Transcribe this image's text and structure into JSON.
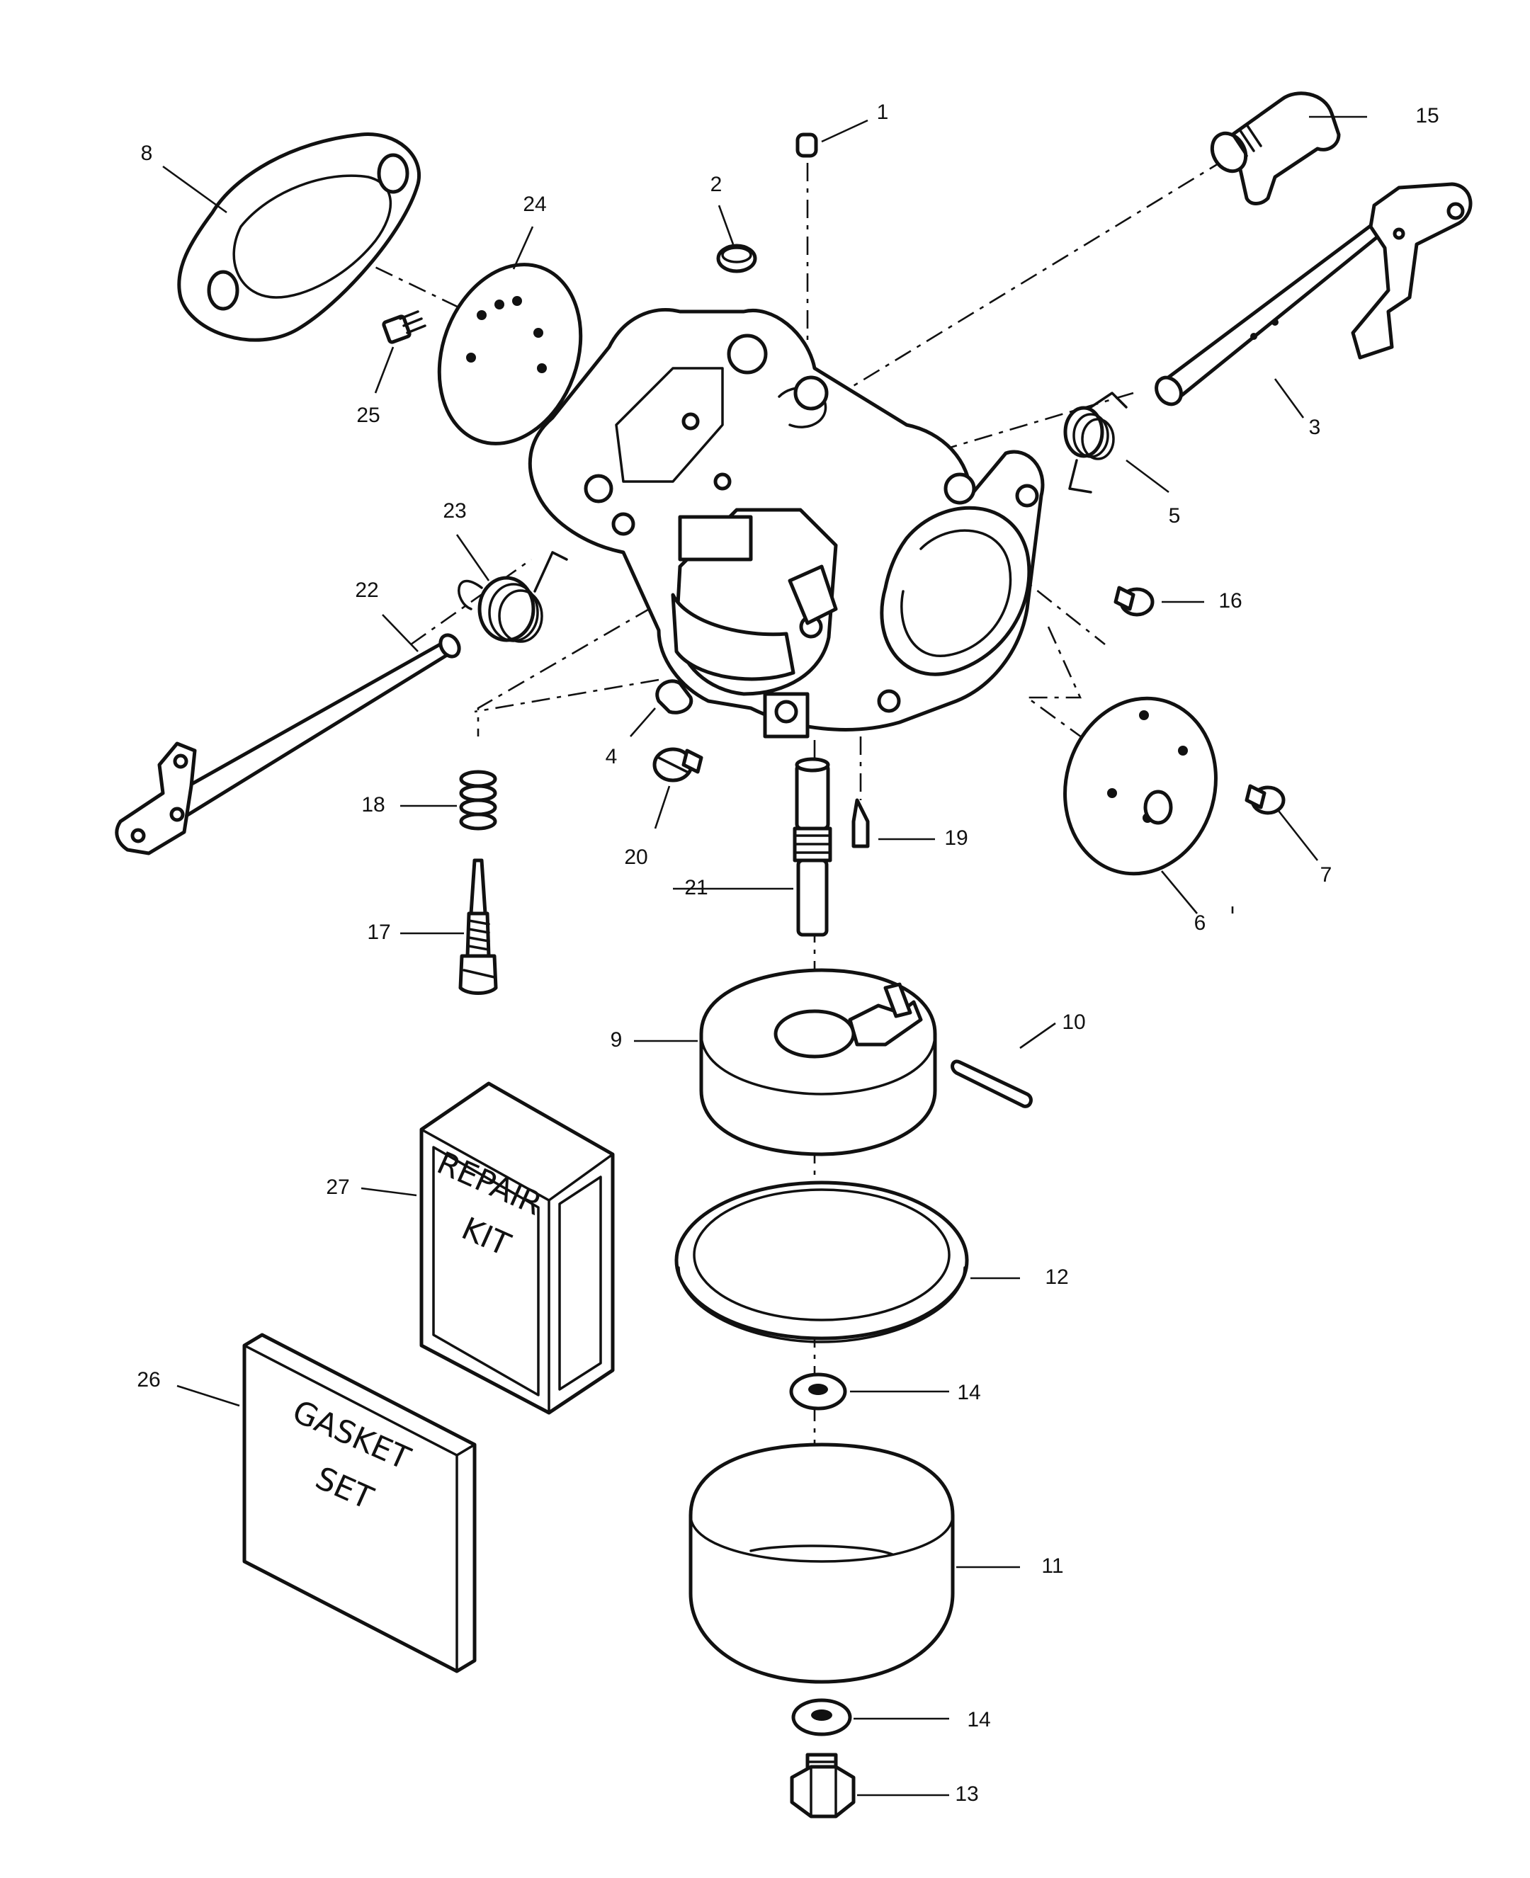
{
  "callouts": {
    "c1": "1",
    "c2": "2",
    "c3": "3",
    "c4": "4",
    "c5": "5",
    "c6": "6",
    "c7": "7",
    "c8": "8",
    "c9": "9",
    "c10": "10",
    "c11": "11",
    "c12": "12",
    "c13": "13",
    "c14a": "14",
    "c14b": "14",
    "c15": "15",
    "c16": "16",
    "c17": "17",
    "c18": "18",
    "c19": "19",
    "c20": "20",
    "c21": "21",
    "c22": "22",
    "c23": "23",
    "c24": "24",
    "c25": "25",
    "c26": "26",
    "c27": "27"
  },
  "repair_kit": {
    "line1": "REPAIR",
    "line2": "KIT"
  },
  "gasket_set": {
    "line1": "GASKET",
    "line2": "SET"
  }
}
